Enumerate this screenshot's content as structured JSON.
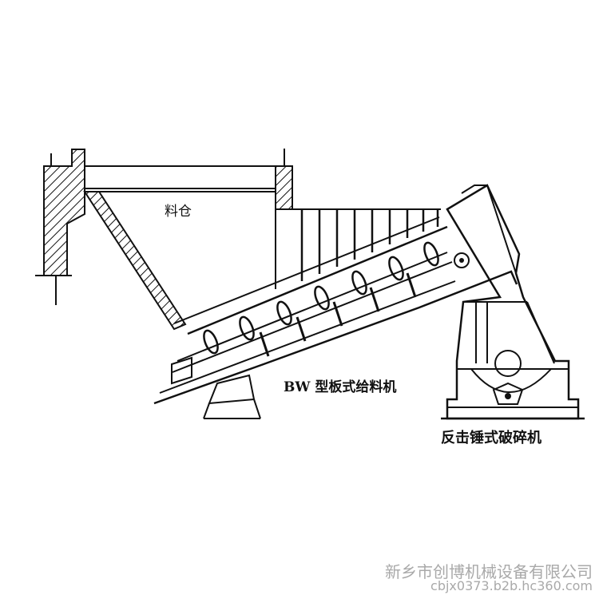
{
  "labels": {
    "bin": "料仓",
    "feeder": "BW 型板式给料机",
    "crusher": "反击锤式破碎机"
  },
  "watermark": {
    "company": "新乡市创博机械设备有限公司",
    "url": "cbjx0373.b2b.hc360.com"
  },
  "colors": {
    "ink": "#111111",
    "watermark": "#a9a9a9"
  }
}
